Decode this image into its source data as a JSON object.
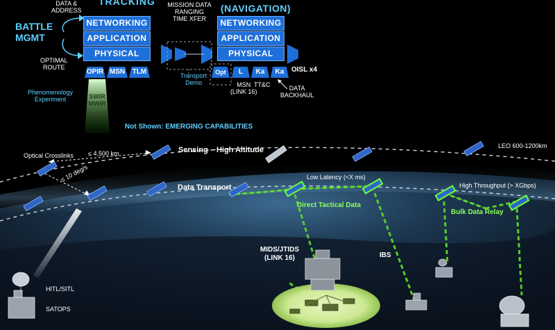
{
  "top_left_stack": {
    "title": "TRACKING",
    "layers": [
      "NETWORKING",
      "APPLICATION",
      "PHYSICAL"
    ],
    "payloads": [
      "OPIR",
      "MSN",
      "TLM"
    ],
    "battle_mgmt": "BATTLE\nMGMT",
    "data_address": "DATA &\nADDRESS",
    "optimal_route": "OPTIMAL\nROUTE",
    "sensor_beam": "SWIR\nMWIR",
    "phenomenology": "Phenomenology\nExperiment"
  },
  "middle": {
    "mission_data": "MISSION DATA\nRANGING\nTIME XFER",
    "transport_demo": "Transport\nDemo"
  },
  "top_right_stack": {
    "title": "(NAVIGATION)",
    "layers": [
      "NETWORKING",
      "APPLICATION",
      "PHYSICAL"
    ],
    "payloads": [
      "Opt",
      "L",
      "Ka",
      "Ka"
    ],
    "oisl": "OISL x4",
    "msn_link": "MSN\n(LINK 16)",
    "ttc": "TT&C",
    "data_backhaul": "DATA\nBACKHAUL"
  },
  "not_shown": "Not Shown: EMERGING CAPABILITIES",
  "orbit_labels": {
    "optical_crosslinks": "Optical Crosslinks",
    "distance": "≤ 4,500 km",
    "sensing": "Sensing – High Altitude",
    "leo": "LEO 600-1200km",
    "rate": "≤ 10 deg/s",
    "data_transport": "Data Transport",
    "low_latency": "Low Latency (<X ms)",
    "high_throughput": "High Throughput (> XGbps)",
    "direct_tactical": "Direct Tactical Data",
    "bulk_relay": "Bulk Data Relay"
  },
  "ground_labels": {
    "mids": "MIDS/JTIDS\n(LINK 16)",
    "ibs": "IBS",
    "hitl": "HITL/SITL",
    "satops": "SATOPS"
  },
  "colors": {
    "stack_blue": "#1e6fd9",
    "link_green": "#5ad62a",
    "label_cyan": "#5fd0ff",
    "label_green": "#8cff5a"
  }
}
